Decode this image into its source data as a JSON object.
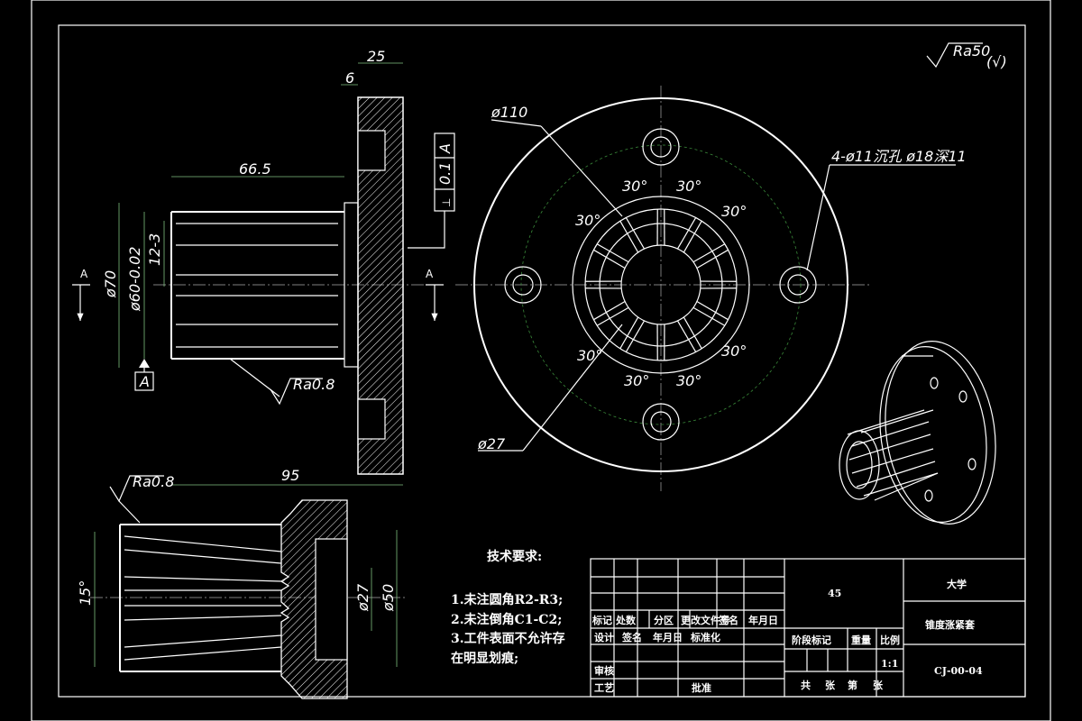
{
  "roughness": {
    "general": "Ra50",
    "general_mark": "(√)",
    "mark_1": "Ra0.8",
    "mark_2": "Ra0.8"
  },
  "front_view": {
    "dims": {
      "d25": "25",
      "d6": "6",
      "d66_5": "66.5",
      "d95": "95",
      "d70": "ø70",
      "d60": "ø60-0.02",
      "d12_3": "12-3"
    },
    "tolerance": {
      "symbol": "⊥",
      "value": "0.1",
      "datum": "A"
    },
    "datum_label": "A",
    "section_left": "A",
    "section_right": "A"
  },
  "side_view": {
    "dims": {
      "d110": "ø110",
      "d27": "ø27",
      "hole_note": "4-ø11沉孔 ø18深11"
    },
    "angles": [
      "30°",
      "30°",
      "30°",
      "30°",
      "30°",
      "30°",
      "30°",
      "30°"
    ]
  },
  "section_view": {
    "dims": {
      "angle": "15°",
      "d27": "ø27",
      "d50": "ø50"
    }
  },
  "notes": {
    "title": "技术要求:",
    "items": [
      "1.未注圆角R2-R3;",
      "2.未注倒角C1-C2;",
      "3.工件表面不允许存",
      "在明显划痕;"
    ]
  },
  "title_block": {
    "material": "45",
    "university": "大学",
    "part_name": "锥度涨紧套",
    "drawing_no": "CJ-00-04",
    "scale": "1:1",
    "headers": {
      "biaoji": "标记",
      "chushu": "处数",
      "fenqu": "分区",
      "gengai": "更改文件号",
      "qianming": "签名",
      "nianyueri": "年月日",
      "sheji": "设计",
      "qianming2": "签名",
      "nianyueri2": "年月日",
      "biaozhunhua": "标准化",
      "shenhe": "审核",
      "gongyi": "工艺",
      "pizhun": "批准",
      "jieduan": "阶段标记",
      "zhongliang": "重量",
      "bili": "比例",
      "gong": "共",
      "zhang1": "张",
      "di": "第",
      "zhang2": "张"
    }
  }
}
